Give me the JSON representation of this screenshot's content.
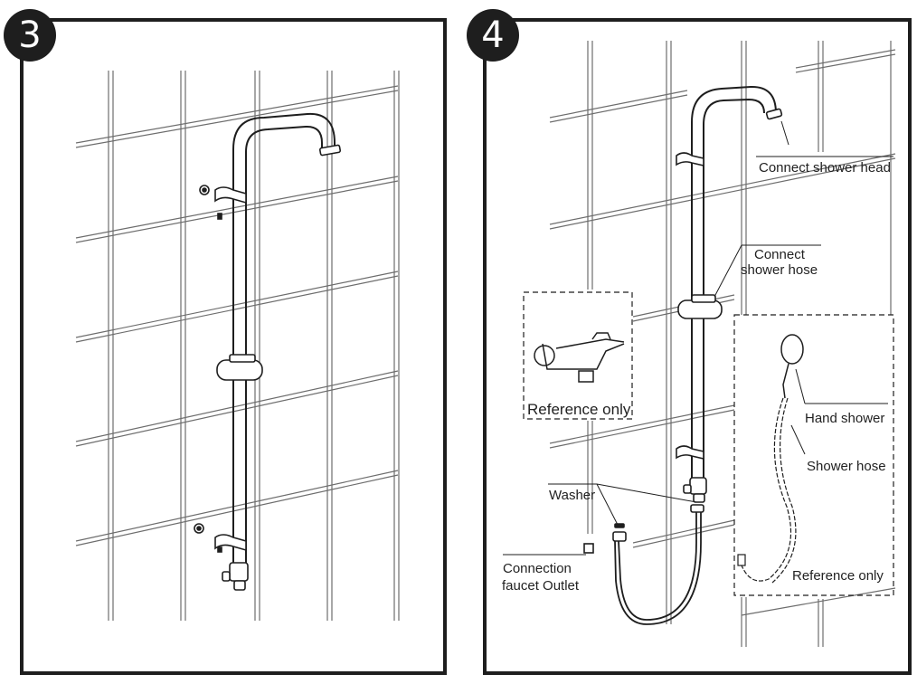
{
  "steps": {
    "left": "3",
    "right": "4"
  },
  "labels": {
    "connect_shower_head": "Connect shower head",
    "connect_shower_hose_line1": "Connect",
    "connect_shower_hose_line2": "shower hose",
    "reference_only_top": "Reference only",
    "hand_shower": "Hand shower",
    "shower_hose": "Shower hose",
    "washer": "Washer",
    "connection_line1": "Connection",
    "connection_line2": "faucet Outlet",
    "reference_only_bottom": "Reference only"
  },
  "colors": {
    "line": "#1e1e1e",
    "tile": "#6d6d6d"
  }
}
